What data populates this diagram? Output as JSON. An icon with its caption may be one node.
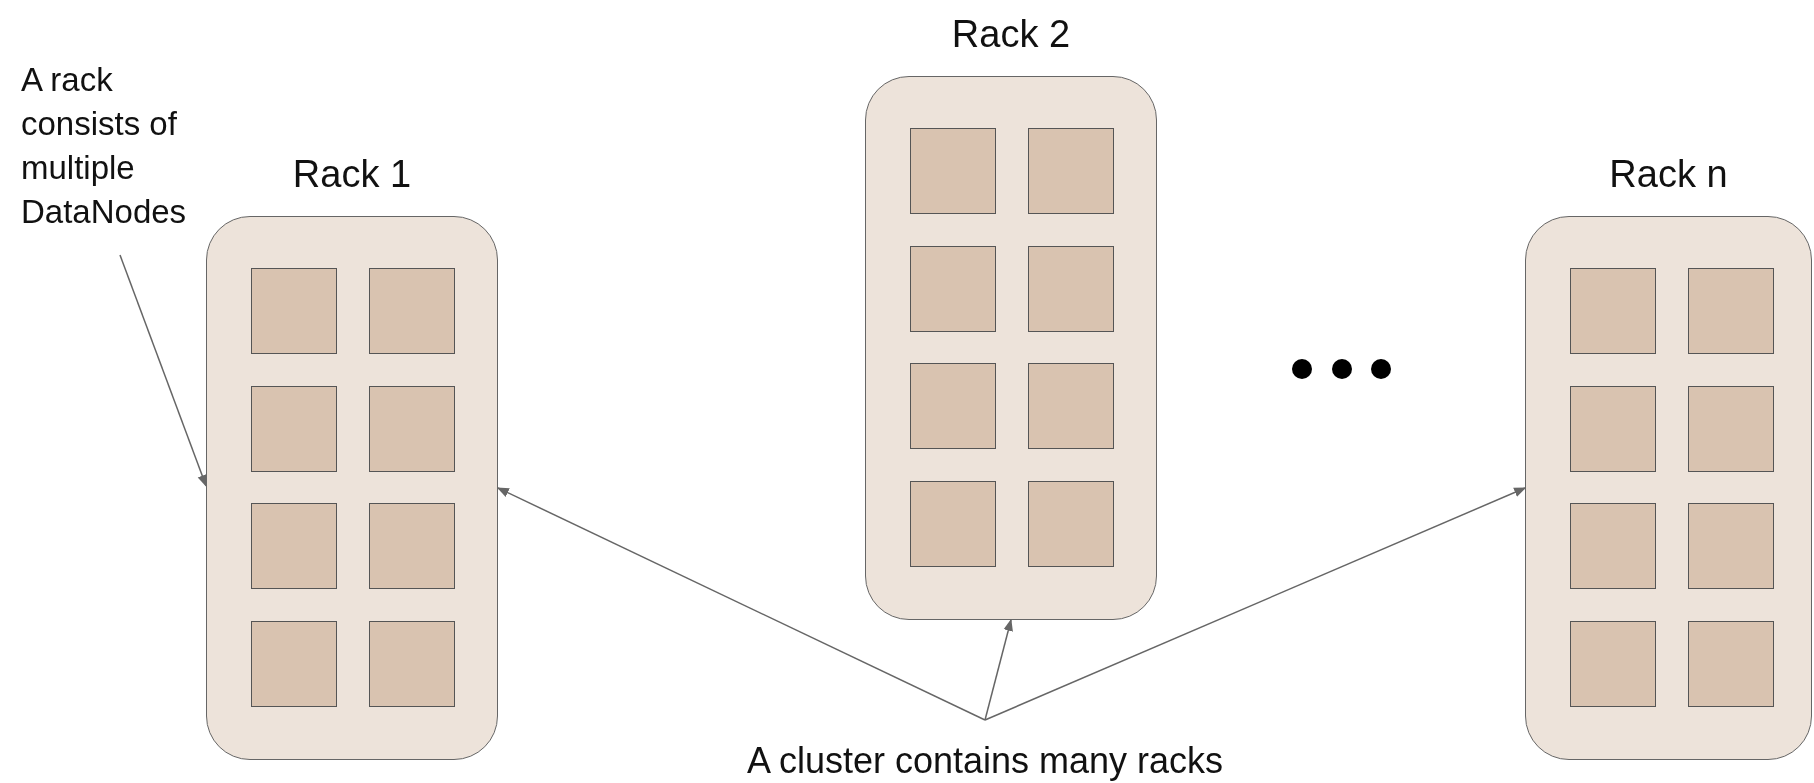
{
  "diagram": {
    "nodes": [
      {
        "text": [
          "Rack 1"
        ]
      },
      {
        "text": [],
        "shape": "box",
        "in": 0
      },
      {
        "text": [],
        "shape": "box",
        "in": 0
      },
      {
        "text": [],
        "shape": "box",
        "in": 0
      },
      {
        "text": [],
        "shape": "box",
        "in": 0
      },
      {
        "text": [],
        "shape": "box",
        "in": 0
      },
      {
        "text": [],
        "shape": "box",
        "in": 0
      },
      {
        "text": [],
        "shape": "box",
        "in": 0
      },
      {
        "text": [],
        "shape": "box",
        "in": 0
      },
      {
        "text": [
          "Rack 2"
        ]
      },
      {
        "text": [],
        "shape": "box",
        "in": 9
      },
      {
        "text": [],
        "shape": "box",
        "in": 9
      },
      {
        "text": [],
        "shape": "box",
        "in": 9
      },
      {
        "text": [],
        "shape": "box",
        "in": 9
      },
      {
        "text": [],
        "shape": "box",
        "in": 9
      },
      {
        "text": [],
        "shape": "box",
        "in": 9
      },
      {
        "text": [],
        "shape": "box",
        "in": 9
      },
      {
        "text": [],
        "shape": "box",
        "in": 9
      },
      {
        "text": [
          "Rack n"
        ]
      },
      {
        "text": [],
        "shape": "box",
        "in": 18
      },
      {
        "text": [],
        "shape": "box",
        "in": 18
      },
      {
        "text": [],
        "shape": "box",
        "in": 18
      },
      {
        "text": [],
        "shape": "box",
        "in": 18
      },
      {
        "text": [],
        "shape": "box",
        "in": 18
      },
      {
        "text": [],
        "shape": "box",
        "in": 18
      },
      {
        "text": [],
        "shape": "box",
        "in": 18
      },
      {
        "text": [],
        "shape": "box",
        "in": 18
      },
      {
        "text": [
          "A rack consists of multiple DataNodes"
        ]
      },
      {
        "text": [
          "A cluster contains many racks"
        ]
      }
    ],
    "edges": [
      {
        "from": 27,
        "to": 0,
        "arrow": "to"
      },
      {
        "from": 28,
        "to": 0,
        "arrow": "to"
      },
      {
        "from": 28,
        "to": 9,
        "arrow": "to"
      },
      {
        "from": 28,
        "to": 18,
        "arrow": "to"
      }
    ]
  }
}
